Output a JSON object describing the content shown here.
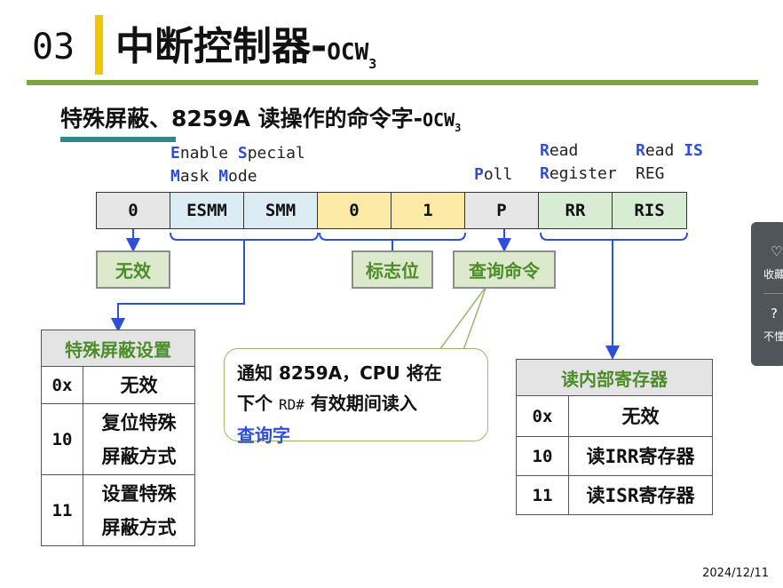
{
  "header": {
    "section_number": "03",
    "title_main": "中断控制器-",
    "title_suffix": "OCW",
    "title_sub": "3"
  },
  "subtitle": {
    "main": "特殊屏蔽、8259A 读操作的命令字-",
    "suffix": "OCW",
    "sub": "3"
  },
  "annotations": {
    "esmm_line1_initial": "E",
    "esmm_line1_rest": "nable ",
    "esmm_line1_initial2": "S",
    "esmm_line1_rest2": "pecial",
    "esmm_line2_initial": "M",
    "esmm_line2_rest": "ask ",
    "esmm_line2_initial2": "M",
    "esmm_line2_rest2": "ode",
    "poll_initial": "P",
    "poll_rest": "oll",
    "rr_line1_initial": "R",
    "rr_line1_rest": "ead",
    "rr_line2_initial": "R",
    "rr_line2_rest": "egister",
    "ris_line1_initial": "R",
    "ris_line1_rest": "ead ",
    "ris_line1_bold": "IS",
    "ris_line2": "REG"
  },
  "register_bits": [
    "0",
    "ESMM",
    "SMM",
    "0",
    "1",
    "P",
    "RR",
    "RIS"
  ],
  "labels": {
    "invalid": "无效",
    "flag_bit": "标志位",
    "query_command": "查询命令"
  },
  "special_mask_table": {
    "header": "特殊屏蔽设置",
    "rows": [
      {
        "key": "0x",
        "value": "无效"
      },
      {
        "key": "10",
        "value_line1": "复位特殊",
        "value_line2": "屏蔽方式"
      },
      {
        "key": "11",
        "value_line1": "设置特殊",
        "value_line2": "屏蔽方式"
      }
    ]
  },
  "read_register_table": {
    "header": "读内部寄存器",
    "rows": [
      {
        "key": "0x",
        "value": "无效"
      },
      {
        "key": "10",
        "value_pre": "读",
        "value_code": "IRR",
        "value_post": "寄存器"
      },
      {
        "key": "11",
        "value_pre": "读",
        "value_code": "ISR",
        "value_post": "寄存器"
      }
    ]
  },
  "callout": {
    "line1": "通知 8259A，CPU 将在",
    "line2_pre": "下个 ",
    "line2_code": "RD#",
    "line2_post": " 有效期间读入",
    "line3": "查询字"
  },
  "side_widget": {
    "favorite_icon": "heart-icon",
    "favorite_label": "收藏",
    "help_icon": "question-icon",
    "help_label": "不懂"
  },
  "footer": {
    "date": "2024/12/11"
  },
  "colors": {
    "accent_yellow": "#f2c500",
    "green_line": "#7aa83a",
    "teal_bar": "#2e8b8b",
    "connector_blue": "#2f4fd8",
    "label_green_text": "#4c8c2a"
  }
}
